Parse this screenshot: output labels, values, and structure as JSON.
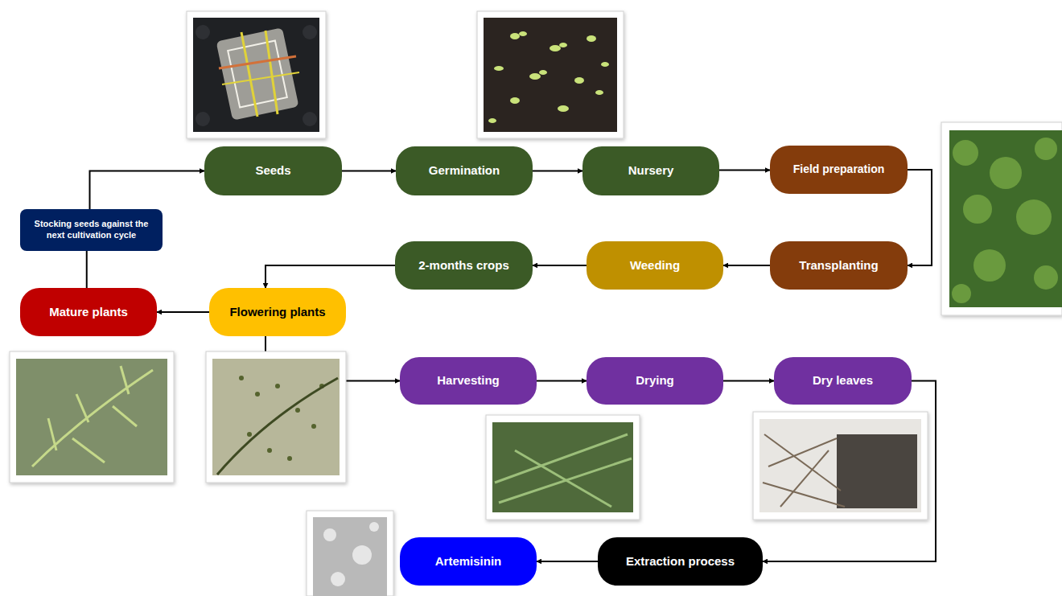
{
  "diagram": {
    "nodes": [
      {
        "text": [
          "Seeds"
        ]
      },
      {
        "text": [
          "Germination"
        ]
      },
      {
        "text": [
          "Nursery"
        ]
      },
      {
        "text": [
          "Field preparation"
        ]
      },
      {
        "text": [
          "Stocking seeds against the next cultivation cycle"
        ]
      },
      {
        "text": [
          "Transplanting"
        ]
      },
      {
        "text": [
          "Weeding"
        ]
      },
      {
        "text": [
          "2-months crops"
        ]
      },
      {
        "text": [
          "Mature plants"
        ]
      },
      {
        "text": [
          "Flowering plants"
        ]
      },
      {
        "text": [
          "Harvesting"
        ]
      },
      {
        "text": [
          "Drying"
        ]
      },
      {
        "text": [
          "Dry leaves"
        ]
      },
      {
        "text": [
          "Extraction process"
        ]
      },
      {
        "text": [
          "Artemisinin"
        ]
      }
    ],
    "edges": [
      {
        "from": 0,
        "to": 1,
        "arrow": "to"
      },
      {
        "from": 1,
        "to": 2,
        "arrow": "to"
      },
      {
        "from": 2,
        "to": 3,
        "arrow": "to"
      },
      {
        "from": 3,
        "to": 5,
        "arrow": "to"
      },
      {
        "from": 5,
        "to": 6,
        "arrow": "to"
      },
      {
        "from": 6,
        "to": 7,
        "arrow": "to"
      },
      {
        "from": 7,
        "to": 9,
        "arrow": "to"
      },
      {
        "from": 9,
        "to": 8,
        "arrow": "to"
      },
      {
        "from": 8,
        "to": 4,
        "arrow": "none"
      },
      {
        "from": 4,
        "to": 0,
        "arrow": "to"
      },
      {
        "from": 9,
        "to": 10,
        "arrow": "to"
      },
      {
        "from": 10,
        "to": 11,
        "arrow": "to"
      },
      {
        "from": 11,
        "to": 12,
        "arrow": "to"
      },
      {
        "from": 12,
        "to": 13,
        "arrow": "to"
      },
      {
        "from": 13,
        "to": 14,
        "arrow": "to"
      }
    ]
  }
}
